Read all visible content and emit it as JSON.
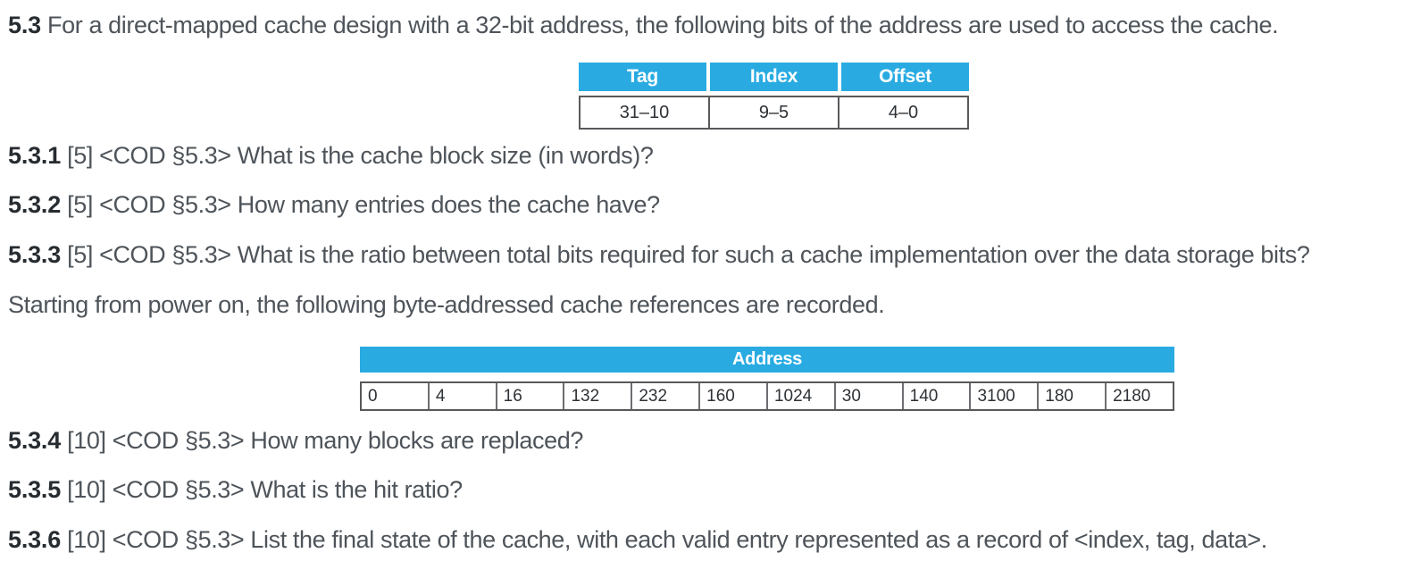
{
  "colors": {
    "accent_blue": "#29abe2",
    "body_text": "#4e545a",
    "bold_text": "#272c31",
    "table_border": "#58595b"
  },
  "problem": {
    "intro": {
      "num": "5.3",
      "rest": "For a direct-mapped cache design with a 32-bit address, the following bits of the address are used to access the cache."
    },
    "bit_table": {
      "headers": [
        "Tag",
        "Index",
        "Offset"
      ],
      "values": [
        "31–10",
        "9–5",
        "4–0"
      ]
    },
    "questions_a": [
      {
        "num": "5.3.1",
        "rest": "[5] <COD §5.3> What is the cache block size (in words)?"
      },
      {
        "num": "5.3.2",
        "rest": "[5] <COD §5.3> How many entries does the cache have?"
      },
      {
        "num": "5.3.3",
        "rest": "[5] <COD §5.3> What is the ratio between total bits required for such a cache implementation over the data storage bits?"
      }
    ],
    "interlude": "Starting from power on, the following byte-addressed cache references are recorded.",
    "address_table": {
      "header": "Address",
      "values": [
        "0",
        "4",
        "16",
        "132",
        "232",
        "160",
        "1024",
        "30",
        "140",
        "3100",
        "180",
        "2180"
      ]
    },
    "questions_b": [
      {
        "num": "5.3.4",
        "rest": "[10] <COD §5.3> How many blocks are replaced?"
      },
      {
        "num": "5.3.5",
        "rest": "[10] <COD §5.3> What is the hit ratio?"
      },
      {
        "num": "5.3.6",
        "rest": "[10] <COD §5.3> List the final state of the cache, with each valid entry represented as a record of <index, tag, data>."
      }
    ]
  }
}
